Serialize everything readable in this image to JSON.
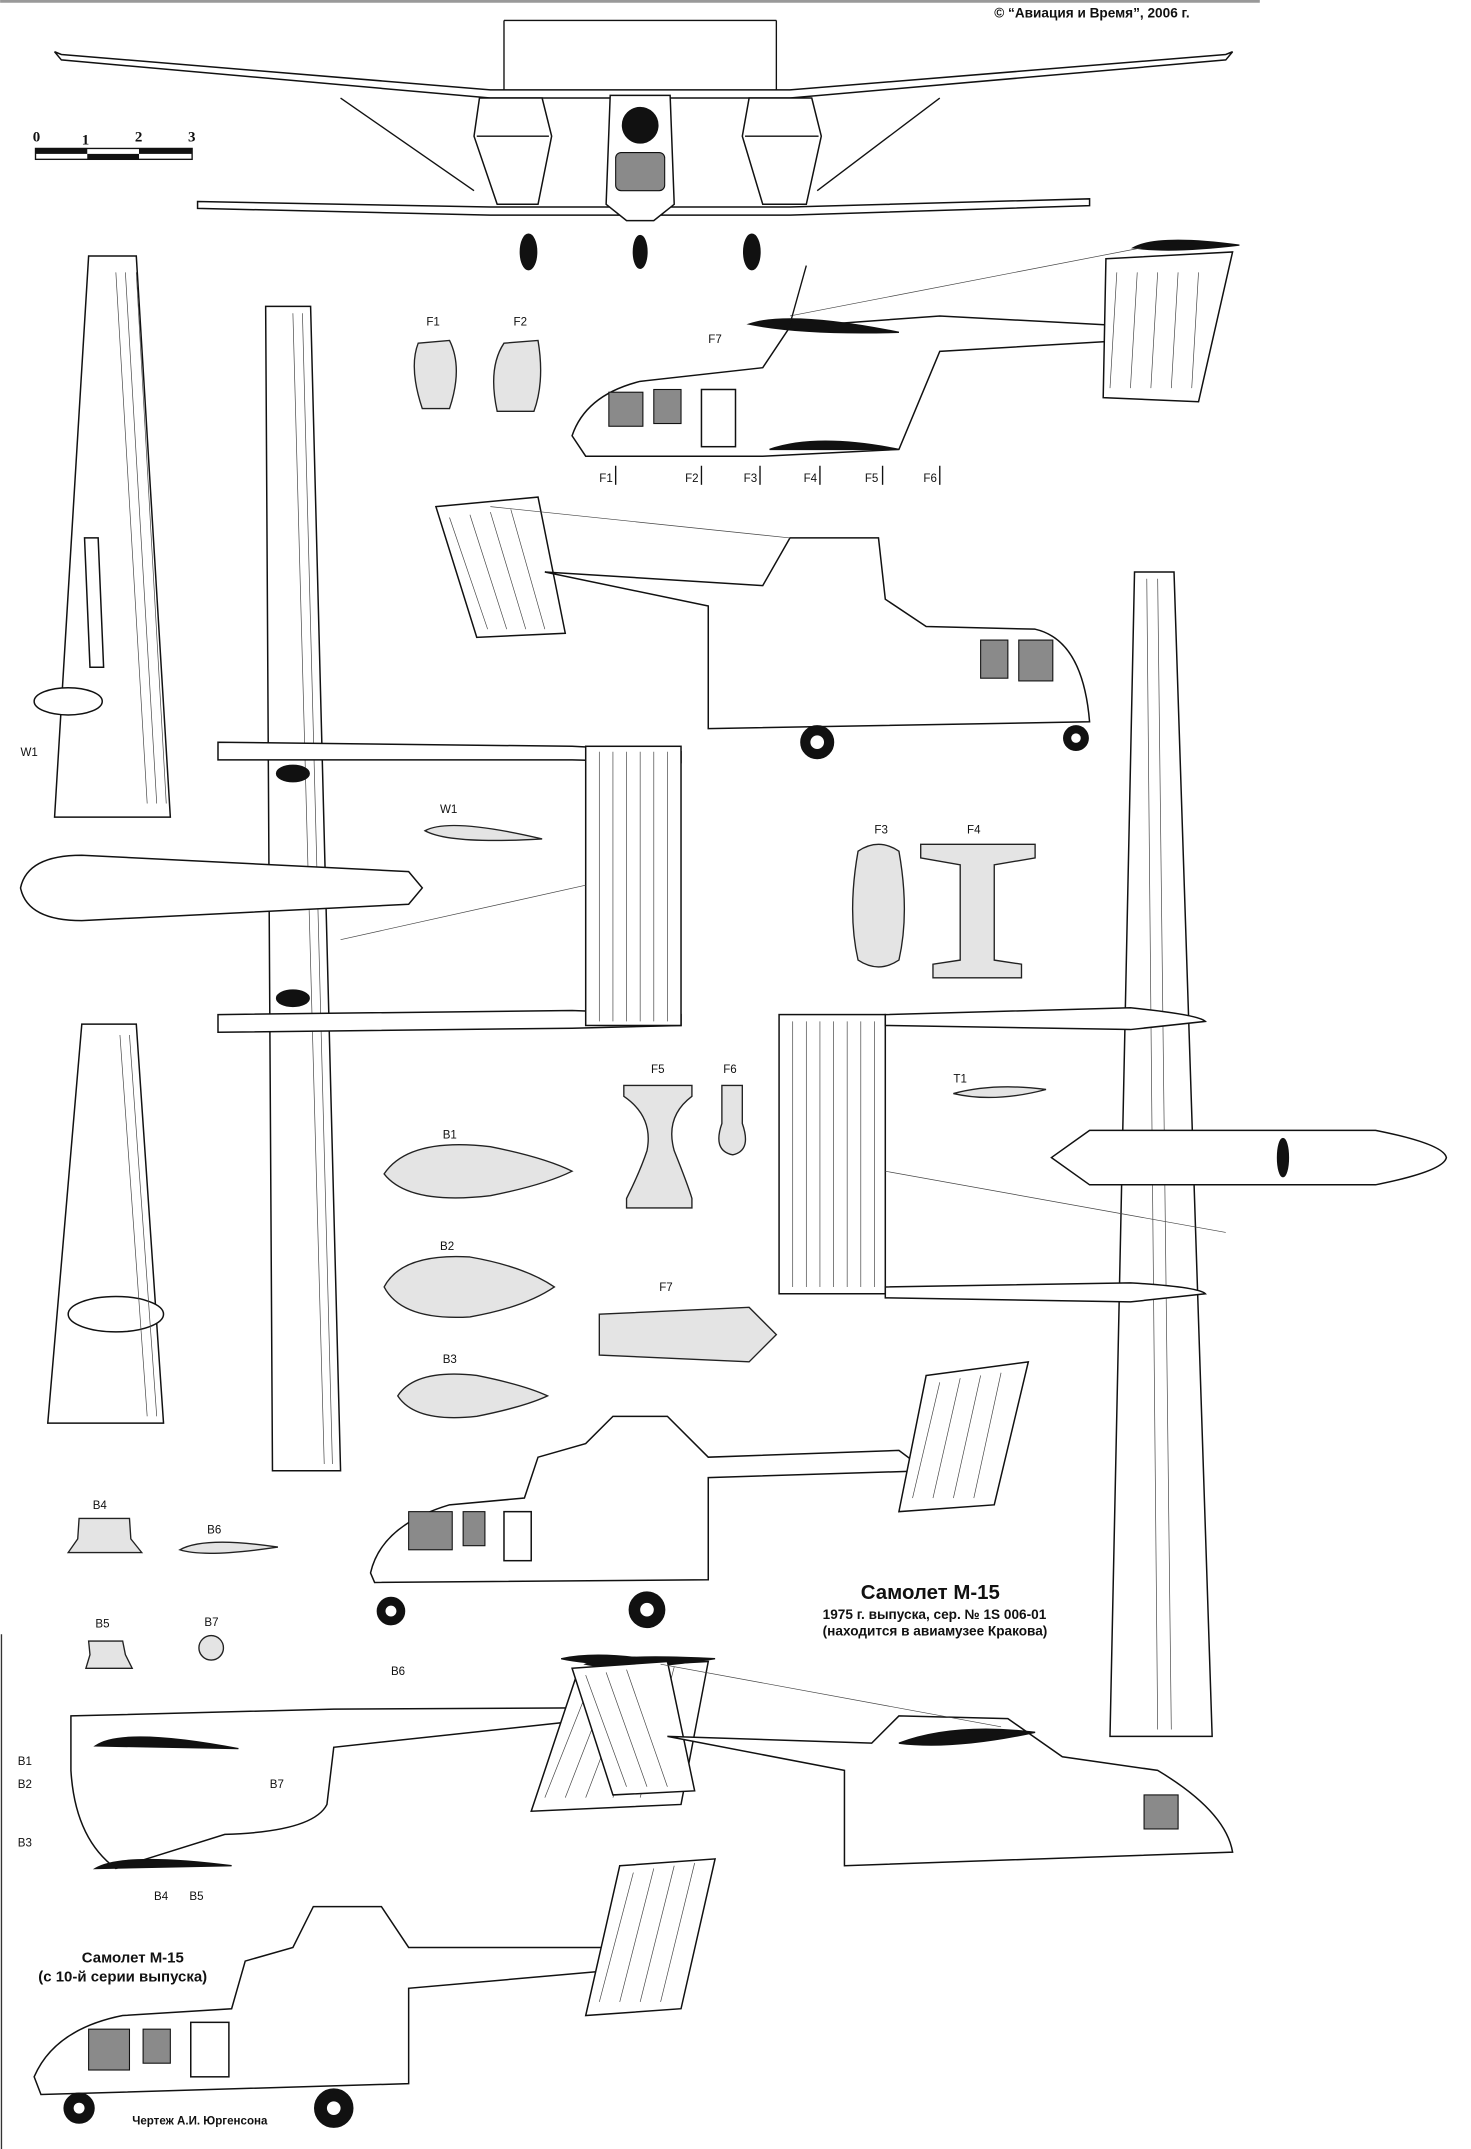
{
  "header": {
    "copyright": "© “Авиация и Время”, 2006 г."
  },
  "scale_bar": {
    "ticks": [
      "0",
      "1",
      "2",
      "3"
    ]
  },
  "section_labels": {
    "f1_top": "F1",
    "f2_top": "F2",
    "f7_side": "F7",
    "f_row": [
      "F1",
      "F2",
      "F3",
      "F4",
      "F5",
      "F6"
    ],
    "w1_left": "W1",
    "w1_center": "W1",
    "f3": "F3",
    "f4": "F4",
    "f5": "F5",
    "f6": "F6",
    "t1": "T1",
    "b1": "B1",
    "b2": "B2",
    "b3": "B3",
    "f7": "F7",
    "b4": "B4",
    "b6": "B6",
    "b5": "B5",
    "b7": "B7",
    "boom_b6": "B6",
    "boom_b1": "B1",
    "boom_b2": "B2",
    "boom_b3": "B3",
    "boom_b7": "B7",
    "boom_b4": "B4",
    "boom_b5": "B5"
  },
  "caption_main": {
    "title": "Самолет М-15",
    "line1": "1975 г. выпуска, сер. № 1S 006-01",
    "line2": "(находится в авиамузее Кракова)"
  },
  "caption_late": {
    "title": "Самолет М-15",
    "line1": "(с 10-й серии выпуска)"
  },
  "credit": "Чертеж А.И. Юргенсона",
  "colors": {
    "ink": "#111111",
    "section_fill": "#e4e4e4",
    "glazing": "#8a8a8a"
  }
}
